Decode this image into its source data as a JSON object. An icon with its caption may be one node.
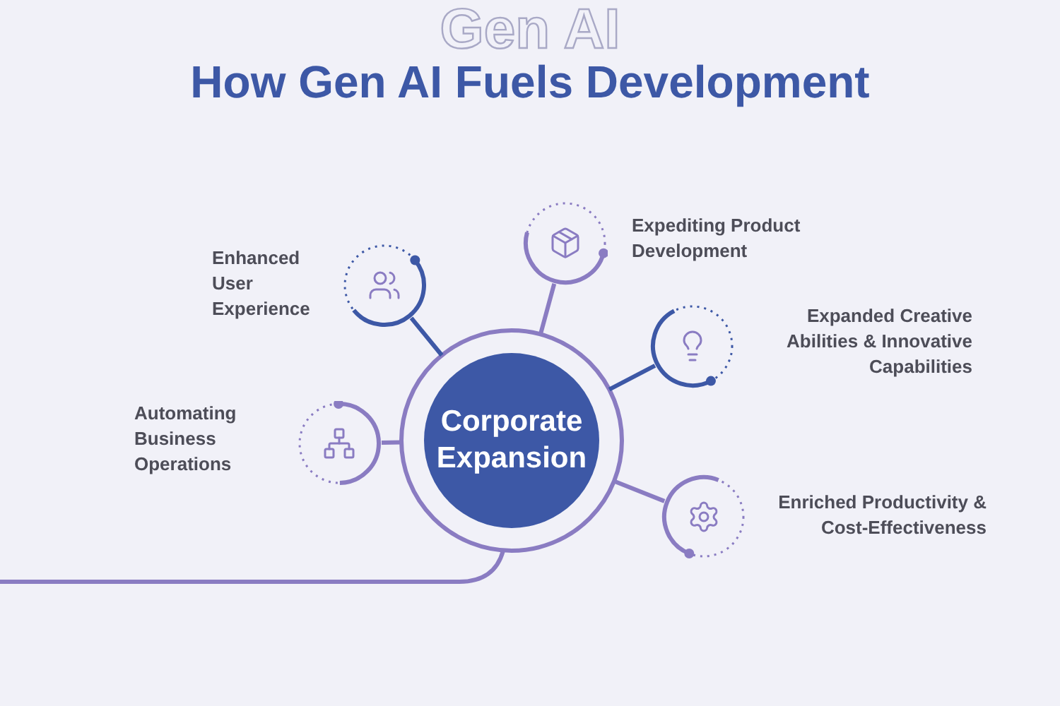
{
  "diagram": {
    "title": "How Gen AI Fuels Development",
    "nodes": [
      {
        "text": [
          "Corporate Expansion"
        ]
      },
      {
        "text": [],
        "shape": "circle",
        "beside": [
          "Enhanced User Experience"
        ]
      },
      {
        "text": [],
        "shape": "circle",
        "beside": [
          "Expediting Product Development"
        ]
      },
      {
        "text": [],
        "shape": "circle",
        "beside": [
          "Expanded Creative Abilities & Innovative Capabilities"
        ]
      },
      {
        "text": [],
        "shape": "circle",
        "beside": [
          "Automating Business Operations"
        ]
      },
      {
        "text": [],
        "shape": "circle",
        "beside": [
          "Enriched Productivity & Cost-Effectiveness"
        ]
      }
    ],
    "edges": [
      {
        "from": 0,
        "to": 1,
        "arrow": "none",
        "color": "#3d58a6"
      },
      {
        "from": 0,
        "to": 2,
        "arrow": "none"
      },
      {
        "from": 0,
        "to": 3,
        "arrow": "none",
        "color": "#3d58a6"
      },
      {
        "from": 0,
        "to": 4,
        "arrow": "none"
      },
      {
        "from": 0,
        "to": 5,
        "arrow": "none"
      }
    ],
    "labels": [
      "Gen AI"
    ]
  }
}
